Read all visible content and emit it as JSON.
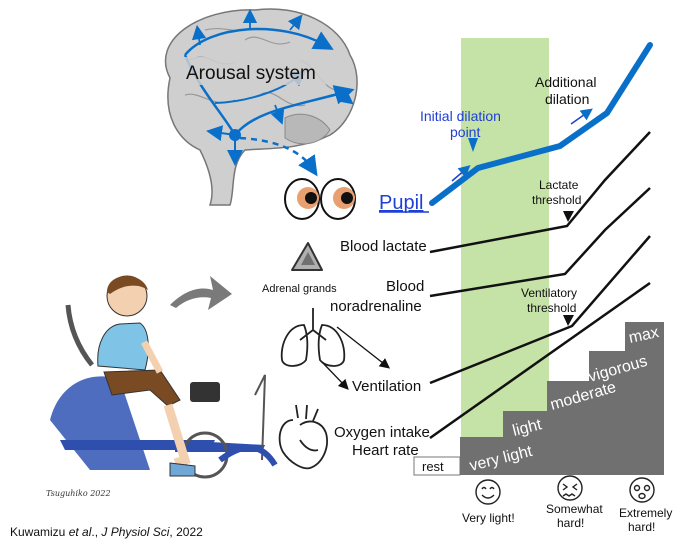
{
  "arousal": {
    "label": "Arousal system"
  },
  "organs": {
    "adrenal_label": "Adrenal grands"
  },
  "curves": {
    "pupil": "Pupil",
    "lactate": "Blood lactate",
    "noradrenaline_line1": "Blood",
    "noradrenaline_line2": "noradrenaline",
    "ventilation": "Ventilation",
    "oxygen": "Oxygen intake",
    "heart": "Heart rate"
  },
  "annotations": {
    "initial_dilation_line1": "Initial dilation",
    "initial_dilation_line2": "point",
    "additional_line1": "Additional",
    "additional_line2": "dilation",
    "lactate_threshold_line1": "Lactate",
    "lactate_threshold_line2": "threshold",
    "ventilatory_threshold_line1": "Ventilatory",
    "ventilatory_threshold_line2": "threshold"
  },
  "intensity_steps": [
    "rest",
    "very light",
    "light",
    "moderate",
    "vigorous",
    "max"
  ],
  "effort_scale": {
    "very_light": "Very light!",
    "somewhat_hard_line1": "Somewhat",
    "somewhat_hard_line2": "hard!",
    "extremely_hard_line1": "Extremely",
    "extremely_hard_line2": "hard!"
  },
  "citation": {
    "authors": "Kuwamizu ",
    "etal": "et al",
    "journal_sep": "., ",
    "journal": "J Physiol Sci",
    "year": ", 2022"
  },
  "signature": "Tsuguhiko 2022",
  "colors": {
    "pupil_blue": "#0a6fc9",
    "annotation_blue": "#1f3fd6",
    "green_band": "#c5e2a7",
    "step_gray": "#6e6e6e",
    "shirt_blue": "#7fc3e6",
    "brain_gray": "#c9c9c9"
  },
  "icons": [
    "brain-illustration",
    "eyes-icon",
    "adrenal-icon",
    "lungs-icon",
    "heart-icon",
    "arrow-icon",
    "cyclist-illustration",
    "emoji-faces"
  ]
}
